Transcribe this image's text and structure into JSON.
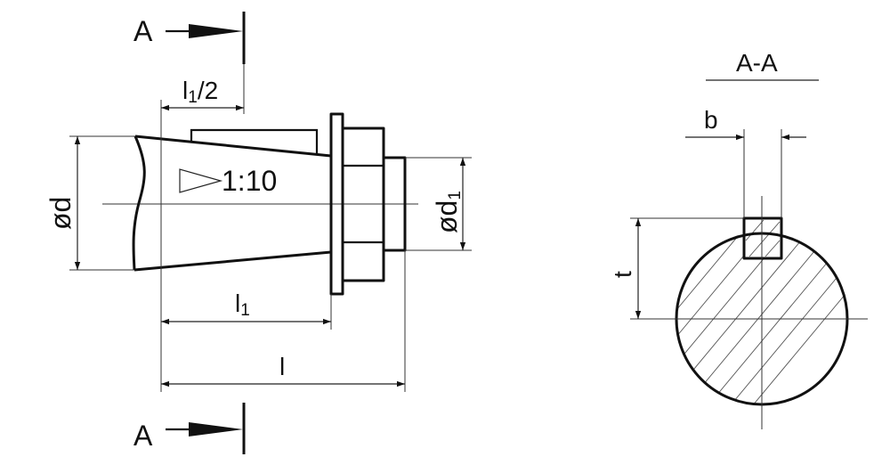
{
  "section_markers": {
    "top_letter": "A",
    "bottom_letter": "A"
  },
  "section_title": "A-A",
  "dimensions": {
    "half_length_base": "l",
    "half_length_sub": "1",
    "half_length_tail": "/2",
    "taper_ratio": "1:10",
    "diameter_d": "ød",
    "diameter_d1_base": "ød",
    "diameter_d1_sub": "1",
    "length_l1_base": "l",
    "length_l1_sub": "1",
    "length_l": "l",
    "key_width_b": "b",
    "key_depth_t": "t"
  },
  "colors": {
    "line": "#111111",
    "background": "#ffffff"
  }
}
